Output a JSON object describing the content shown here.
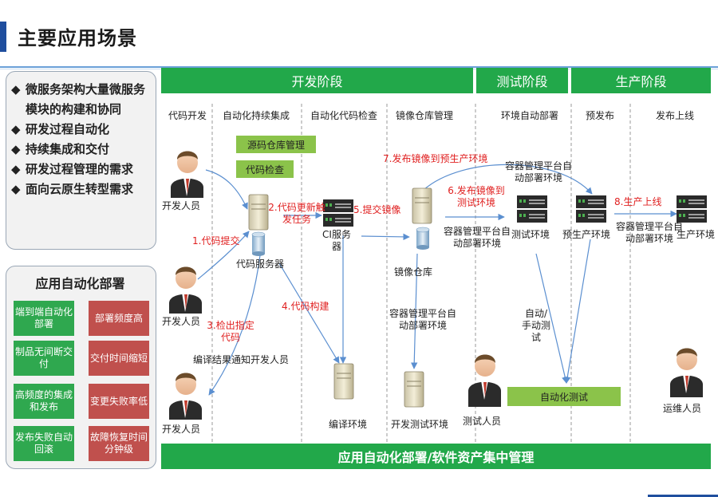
{
  "title": "主要应用场景",
  "bullets": [
    "微服务架构大量微服务模块的构建和协同",
    "研发过程自动化",
    "持续集成和交付",
    "研发过程管理的需求",
    "面向云原生转型需求"
  ],
  "deploy_panel": {
    "title": "应用自动化部署",
    "rows": [
      {
        "left": "端到端自动化部署",
        "right": "部署频度高"
      },
      {
        "left": "制品无间断交付",
        "right": "交付时间缩短"
      },
      {
        "left": "高频度的集成和发布",
        "right": "变更失败率低"
      },
      {
        "left": "发布失败自动回滚",
        "right": "故障恢复时间分钟级"
      }
    ]
  },
  "phases": [
    "开发阶段",
    "测试阶段",
    "生产阶段"
  ],
  "columns": [
    "代码开发",
    "自动化持续集成",
    "自动化代码检查",
    "镜像仓库管理",
    "环境自动部署",
    "预发布",
    "发布上线"
  ],
  "tags": {
    "repo": "源码仓库管理",
    "check": "代码检查",
    "autotest": "自动化测试"
  },
  "labels": {
    "dev1": "开发人员",
    "dev2": "开发人员",
    "dev3": "开发人员",
    "code_server": "代码服务器",
    "ci_server": "CI服务器",
    "image_repo": "镜像仓库",
    "container_a": "容器管理平台自动部署环境",
    "test_env": "测试环境",
    "pre_env": "预生产环境",
    "prod_env": "生产环境",
    "container_b": "容器管理平台自动部署环境",
    "container_c": "容器管理平台自动部署环境",
    "container_d": "容器管理平台自动部署环境",
    "build_notify": "编译结果通知开发人员",
    "compile_env": "编译环境",
    "devtest_env": "开发测试环境",
    "tester": "测试人员",
    "ops": "运维人员",
    "auto_manual": "自动/手动测试"
  },
  "steps": {
    "s1": "1.代码提交",
    "s2": "2.代码更新触发任务",
    "s3": "3.检出指定代码",
    "s4": "4.代码构建",
    "s5": "5.提交镜像",
    "s6": "6.发布镜像到测试环境",
    "s7": "7.发布镜像到预生产环境",
    "s8": "8.生产上线"
  },
  "bottom": "应用自动化部署/软件资产集中管理"
}
